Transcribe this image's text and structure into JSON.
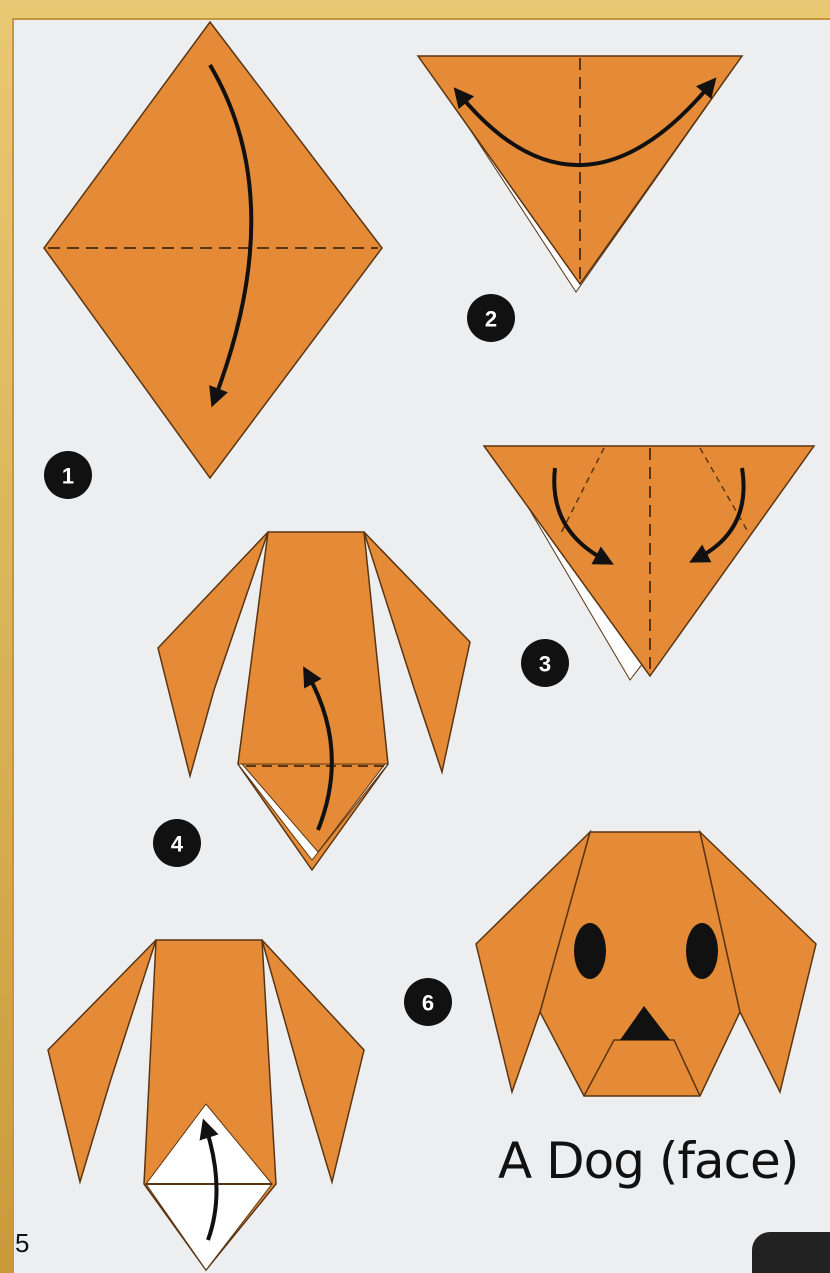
{
  "steps": [
    {
      "number": "1"
    },
    {
      "number": "2"
    },
    {
      "number": "3"
    },
    {
      "number": "4"
    },
    {
      "number": "5"
    },
    {
      "number": "6"
    }
  ],
  "caption": "A Dog (face)",
  "colors": {
    "paper": "#e58b37",
    "edge": "#5a3512",
    "background": "#eceef0",
    "frame": "#d6ad52",
    "badge": "#111111"
  }
}
